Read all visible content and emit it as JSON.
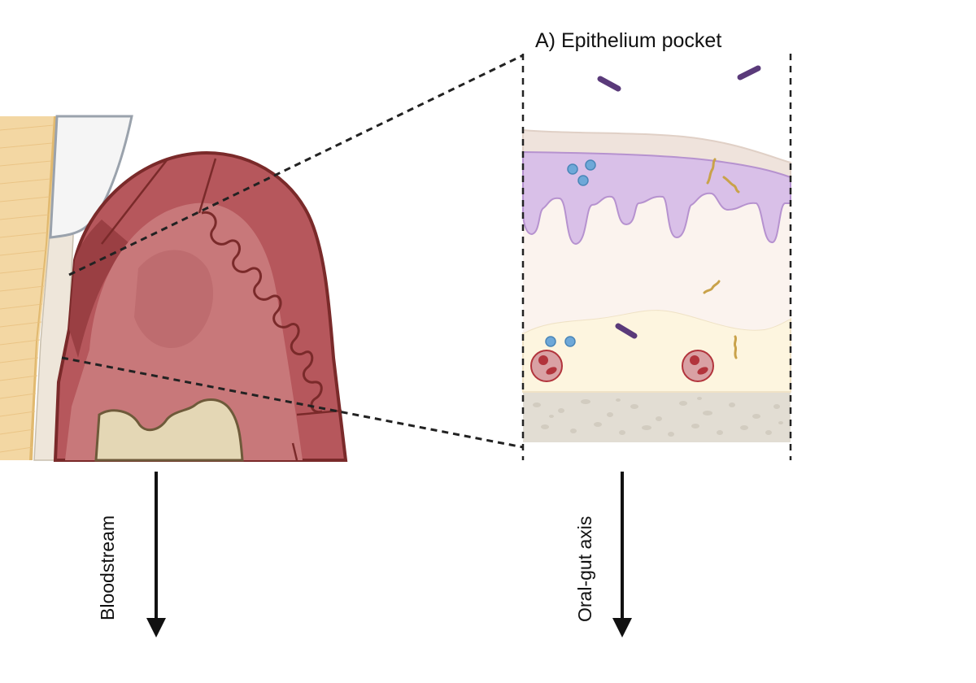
{
  "panel": {
    "title": "A) Epithelium pocket"
  },
  "arrows": {
    "left_label": "Bloodstream",
    "right_label": "Oral-gut axis"
  },
  "colors": {
    "gum_outline": "#7a2a2a",
    "gum_outer": "#b6575c",
    "gum_inner": "#c8787a",
    "gum_dark": "#9a3f43",
    "bone": "#e4d7b5",
    "tooth_root": "#f3d7a3",
    "enamel": "#f5f5f5",
    "epithelium": "#d9c0e8",
    "epithelium_outline": "#b692cf",
    "top_layer": "#efe3dc",
    "connective_tissue": "#fbf3ee",
    "lower_tissue": "#fdf5df",
    "base_layer": "#e2ddd3",
    "bacteria_rod": "#5a3a7a",
    "bacteria_spiral": "#c9a24a",
    "cocci": "#6ea8d8",
    "blood_cell": "#d9a1a4",
    "blood_cell_nucleus": "#b2343c"
  }
}
